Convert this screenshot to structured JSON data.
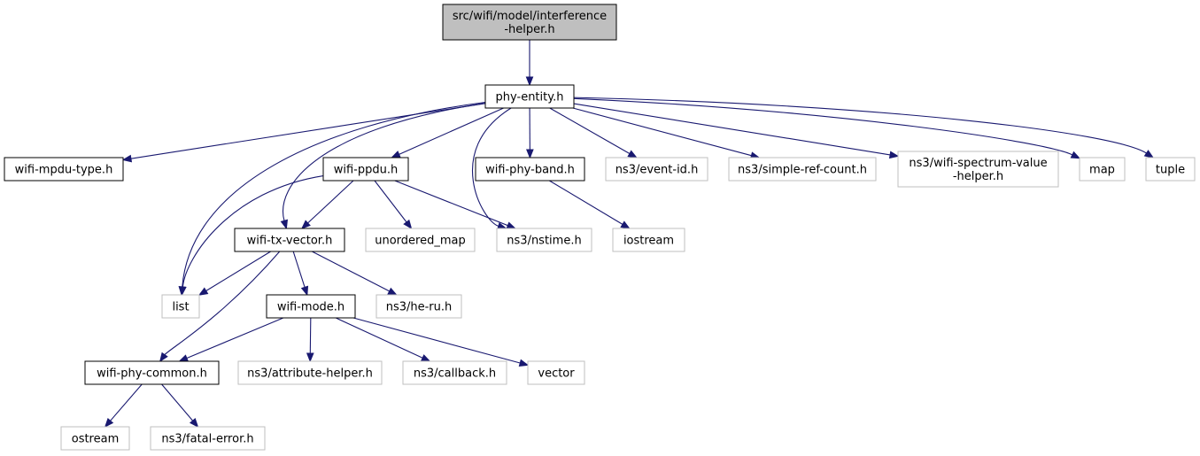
{
  "diagram": {
    "type": "include-dependency-graph",
    "colors": {
      "edge": "#191970",
      "root_fill": "#bfbfbf",
      "node_border": "#000000",
      "external_border": "#bfbfbf",
      "background": "#ffffff"
    },
    "nodes": [
      {
        "id": "interference-helper",
        "label": "src/wifi/model/interference\n-helper.h",
        "kind": "root"
      },
      {
        "id": "phy-entity",
        "label": "phy-entity.h",
        "kind": "primary"
      },
      {
        "id": "wifi-mpdu-type",
        "label": "wifi-mpdu-type.h",
        "kind": "primary"
      },
      {
        "id": "wifi-ppdu",
        "label": "wifi-ppdu.h",
        "kind": "primary"
      },
      {
        "id": "wifi-phy-band",
        "label": "wifi-phy-band.h",
        "kind": "primary"
      },
      {
        "id": "event-id",
        "label": "ns3/event-id.h",
        "kind": "external"
      },
      {
        "id": "simple-ref-count",
        "label": "ns3/simple-ref-count.h",
        "kind": "external"
      },
      {
        "id": "wifi-spectrum-value-helper",
        "label": "ns3/wifi-spectrum-value\n-helper.h",
        "kind": "external"
      },
      {
        "id": "map",
        "label": "map",
        "kind": "external"
      },
      {
        "id": "tuple",
        "label": "tuple",
        "kind": "external"
      },
      {
        "id": "wifi-tx-vector",
        "label": "wifi-tx-vector.h",
        "kind": "primary"
      },
      {
        "id": "unordered-map",
        "label": "unordered_map",
        "kind": "external"
      },
      {
        "id": "nstime",
        "label": "ns3/nstime.h",
        "kind": "external"
      },
      {
        "id": "iostream",
        "label": "iostream",
        "kind": "external"
      },
      {
        "id": "list",
        "label": "list",
        "kind": "external"
      },
      {
        "id": "wifi-mode",
        "label": "wifi-mode.h",
        "kind": "primary"
      },
      {
        "id": "he-ru",
        "label": "ns3/he-ru.h",
        "kind": "external"
      },
      {
        "id": "wifi-phy-common",
        "label": "wifi-phy-common.h",
        "kind": "primary"
      },
      {
        "id": "attribute-helper",
        "label": "ns3/attribute-helper.h",
        "kind": "external"
      },
      {
        "id": "callback",
        "label": "ns3/callback.h",
        "kind": "external"
      },
      {
        "id": "vector",
        "label": "vector",
        "kind": "external"
      },
      {
        "id": "ostream",
        "label": "ostream",
        "kind": "external"
      },
      {
        "id": "fatal-error",
        "label": "ns3/fatal-error.h",
        "kind": "external"
      }
    ],
    "edges": [
      {
        "from": "interference-helper",
        "to": "phy-entity"
      },
      {
        "from": "phy-entity",
        "to": "wifi-mpdu-type"
      },
      {
        "from": "phy-entity",
        "to": "wifi-ppdu"
      },
      {
        "from": "phy-entity",
        "to": "wifi-phy-band"
      },
      {
        "from": "phy-entity",
        "to": "event-id"
      },
      {
        "from": "phy-entity",
        "to": "simple-ref-count"
      },
      {
        "from": "phy-entity",
        "to": "wifi-spectrum-value-helper"
      },
      {
        "from": "phy-entity",
        "to": "map"
      },
      {
        "from": "phy-entity",
        "to": "tuple"
      },
      {
        "from": "phy-entity",
        "to": "wifi-tx-vector"
      },
      {
        "from": "phy-entity",
        "to": "nstime"
      },
      {
        "from": "phy-entity",
        "to": "list"
      },
      {
        "from": "wifi-ppdu",
        "to": "wifi-tx-vector"
      },
      {
        "from": "wifi-ppdu",
        "to": "unordered-map"
      },
      {
        "from": "wifi-ppdu",
        "to": "nstime"
      },
      {
        "from": "wifi-ppdu",
        "to": "list"
      },
      {
        "from": "wifi-phy-band",
        "to": "iostream"
      },
      {
        "from": "wifi-tx-vector",
        "to": "list"
      },
      {
        "from": "wifi-tx-vector",
        "to": "wifi-mode"
      },
      {
        "from": "wifi-tx-vector",
        "to": "he-ru"
      },
      {
        "from": "wifi-tx-vector",
        "to": "wifi-phy-common"
      },
      {
        "from": "wifi-mode",
        "to": "wifi-phy-common"
      },
      {
        "from": "wifi-mode",
        "to": "attribute-helper"
      },
      {
        "from": "wifi-mode",
        "to": "callback"
      },
      {
        "from": "wifi-mode",
        "to": "vector"
      },
      {
        "from": "wifi-phy-common",
        "to": "ostream"
      },
      {
        "from": "wifi-phy-common",
        "to": "fatal-error"
      }
    ]
  }
}
